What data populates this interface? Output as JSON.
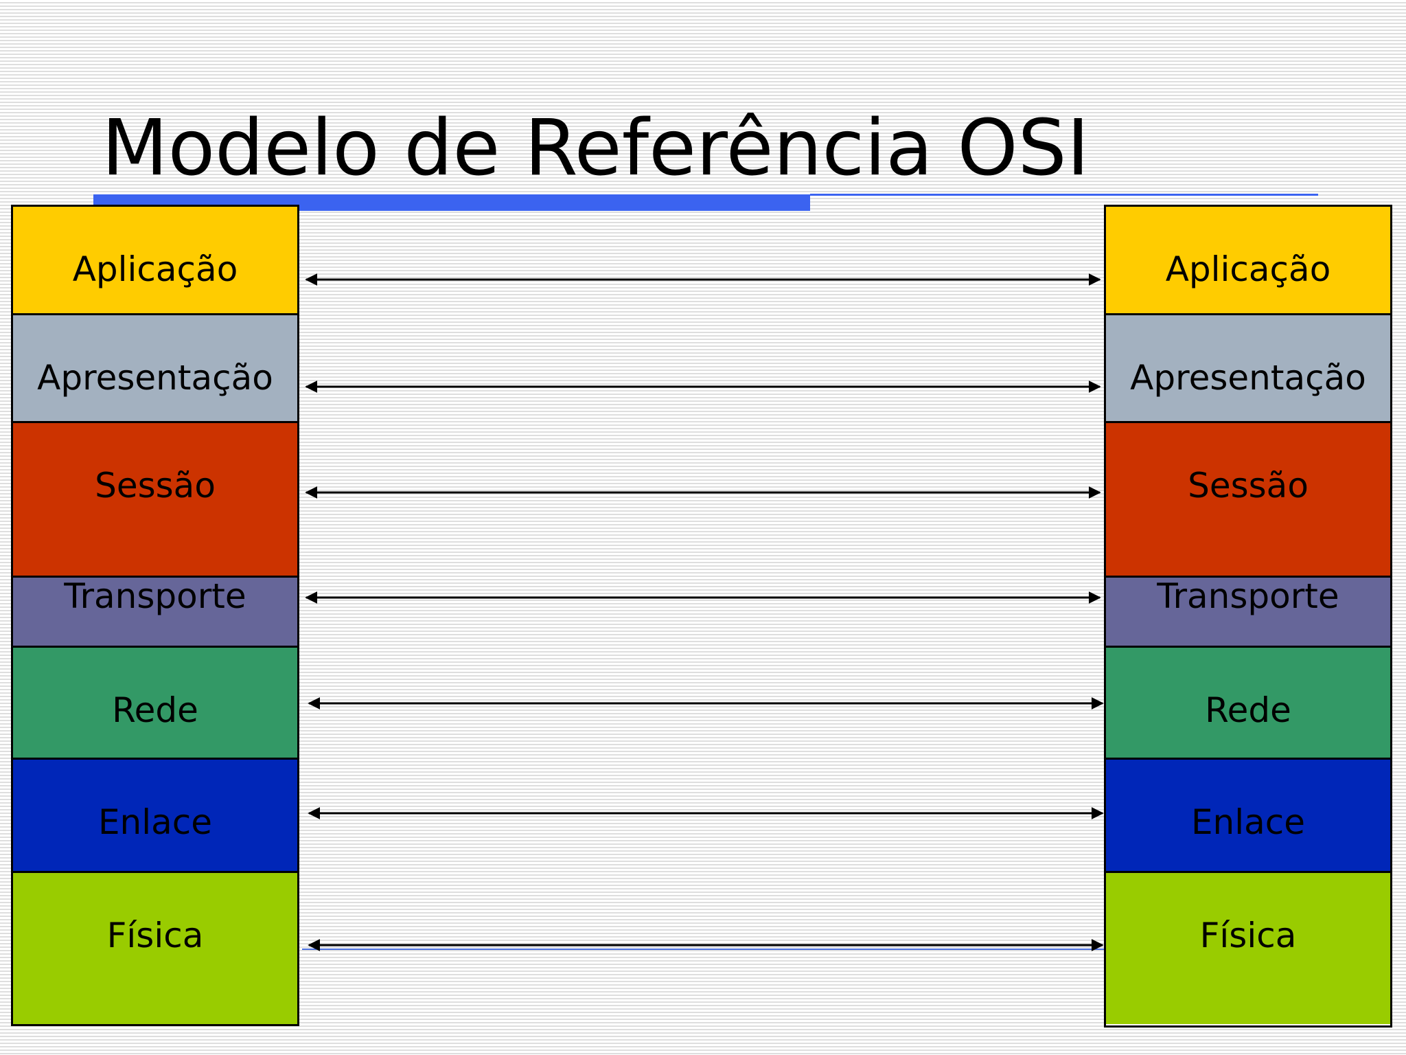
{
  "title": "Modelo de Referência OSI",
  "colors": {
    "accent_bar": "#3b63f0",
    "arrow": "#000000"
  },
  "layers": [
    {
      "label": "Aplicação",
      "color": "#ffcc00"
    },
    {
      "label": "Apresentação",
      "color": "#a3b1c0"
    },
    {
      "label": "Sessão",
      "color": "#cc3300"
    },
    {
      "label": "Transporte",
      "color": "#666699"
    },
    {
      "label": "Rede",
      "color": "#339966"
    },
    {
      "label": "Enlace",
      "color": "#0026b8"
    },
    {
      "label": "Física",
      "color": "#99cc00"
    }
  ]
}
